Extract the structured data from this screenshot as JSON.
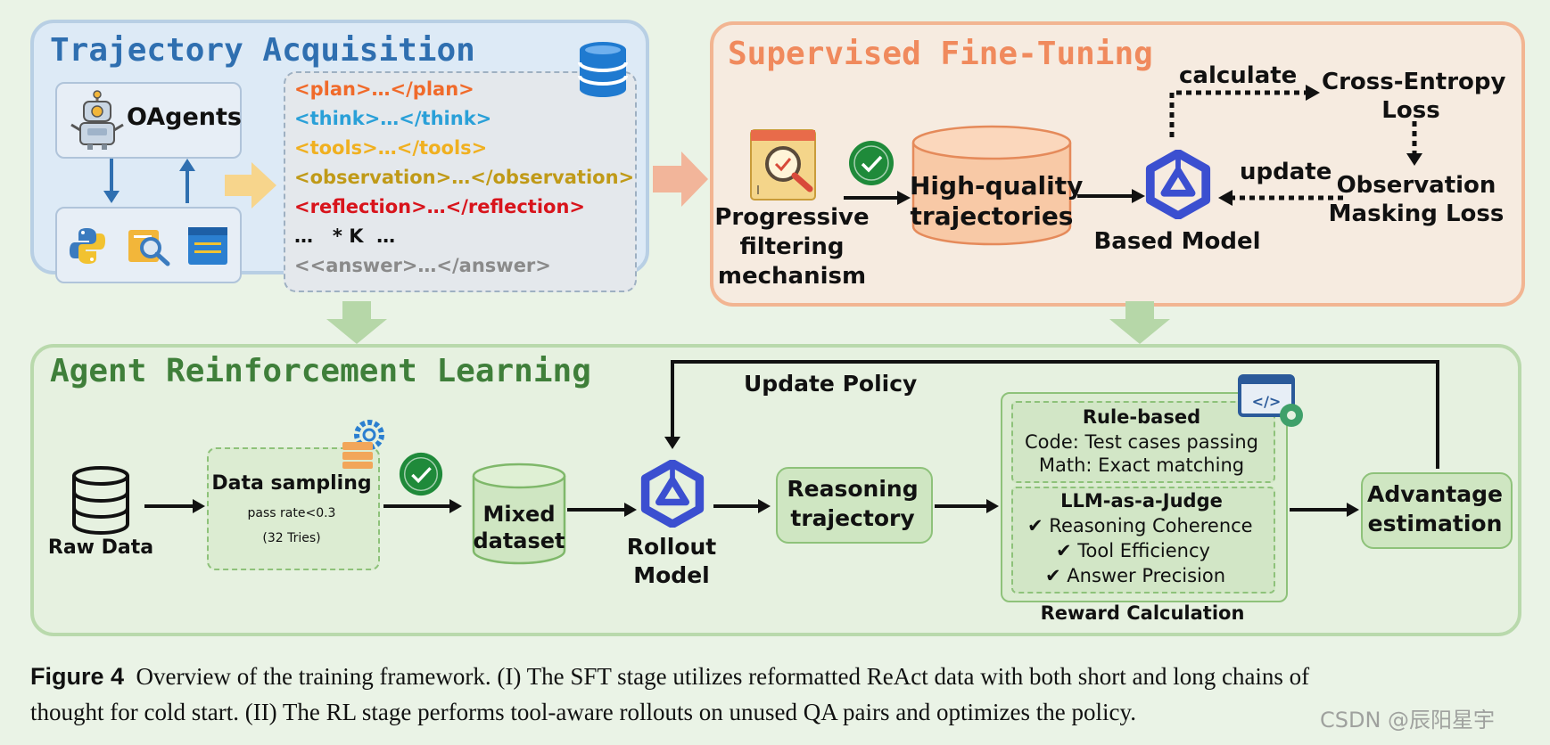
{
  "colors": {
    "background": "#eaf3e6",
    "trajectory_accent": "#2f6fb0",
    "sft_accent": "#f08a5d",
    "rl_accent": "#3f7f3a",
    "plan": "#f06a2a",
    "think": "#2aa0d8",
    "tools": "#f0b020",
    "observation": "#c09a18",
    "reflection": "#d8141c",
    "answer": "#8a8a8a"
  },
  "trajectory": {
    "title": "Trajectory Acquisition",
    "agent_label": "OAgents",
    "tags": {
      "plan": "<plan>…</plan>",
      "think": "<think>…</think>",
      "tools": "<tools>…</tools>",
      "observation": "<observation>…</observation>",
      "reflection": "<reflection>…</reflection>",
      "repeat": "…   * K  …",
      "answer": "<<answer>…</answer>"
    },
    "icons": [
      "robot-icon",
      "python-icon",
      "search-doc-icon",
      "browser-icon",
      "database-icon"
    ]
  },
  "sft": {
    "title": "Supervised Fine-Tuning",
    "filter_label": [
      "Progressive",
      "filtering",
      "mechanism"
    ],
    "trajectories_label": [
      "High-quality",
      "trajectories"
    ],
    "model_label": "Based Model",
    "calculate_label": "calculate",
    "update_label": "update",
    "ce_loss_label": [
      "Cross-Entropy",
      "Loss"
    ],
    "obs_loss_label": [
      "Observation",
      "Masking Loss"
    ]
  },
  "rl": {
    "title": "Agent Reinforcement Learning",
    "raw_data_label": "Raw Data",
    "sampling_title": "Data sampling",
    "sampling_rate": "pass rate<0.3",
    "sampling_tries": "(32 Tries)",
    "mixed_label": [
      "Mixed",
      "dataset"
    ],
    "rollout_label": [
      "Rollout",
      "Model"
    ],
    "update_policy_label": "Update Policy",
    "reasoning_label": [
      "Reasoning",
      "trajectory"
    ],
    "rule_title": "Rule-based",
    "rule_items": [
      "Code: Test cases passing",
      "Math: Exact matching"
    ],
    "judge_title": "LLM-as-a-Judge",
    "judge_items": [
      "Reasoning Coherence",
      "Tool Efficiency",
      "Answer Precision"
    ],
    "reward_label": "Reward Calculation",
    "advantage_label": [
      "Advantage",
      "estimation"
    ]
  },
  "caption": {
    "figure_label": "Figure 4",
    "line1": "Overview of the training framework. (I) The SFT stage utilizes reformatted ReAct data with both short and long chains of",
    "line2": "thought for cold start. (II) The RL stage performs tool-aware rollouts on unused QA pairs and optimizes the policy."
  },
  "watermark": "CSDN @辰阳星宇"
}
